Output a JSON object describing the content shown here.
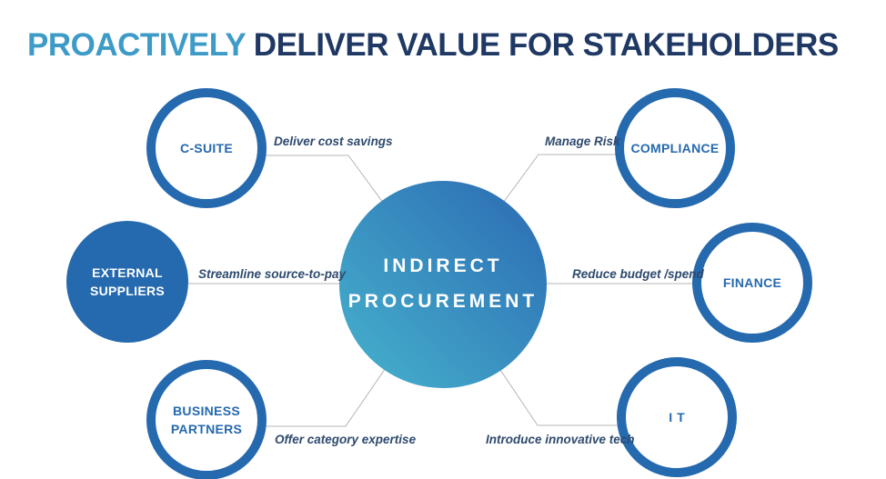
{
  "title": {
    "highlight": "PROACTIVELY",
    "rest": " DELIVER VALUE FOR STAKEHOLDERS"
  },
  "hub": {
    "label": "INDIRECT PROCUREMENT"
  },
  "nodes": [
    {
      "id": "c-suite",
      "label": "C-SUITE",
      "style": "outline",
      "edge_label": "Deliver cost savings"
    },
    {
      "id": "compliance",
      "label": "COMPLIANCE",
      "style": "outline",
      "edge_label": "Manage Risk"
    },
    {
      "id": "external-suppliers",
      "label": "EXTERNAL SUPPLIERS",
      "style": "filled",
      "edge_label": "Streamline source-to-pay"
    },
    {
      "id": "finance",
      "label": "FINANCE",
      "style": "outline",
      "edge_label": "Reduce budget /spend"
    },
    {
      "id": "business-partners",
      "label": "BUSINESS PARTNERS",
      "style": "outline",
      "edge_label": "Offer category expertise"
    },
    {
      "id": "it",
      "label": "IT",
      "style": "outline",
      "edge_label": "Introduce innovative tech"
    }
  ],
  "colors": {
    "accent_blue": "#2569AE",
    "title_highlight": "#3E9BC8",
    "title_dark": "#1F3864",
    "hub_gradient_start": "#2E71B5",
    "hub_gradient_end": "#45AFCC",
    "connector_gray": "#B5B5B5",
    "edge_label_text": "#2E4A6E",
    "background": "#FFFFFF"
  }
}
